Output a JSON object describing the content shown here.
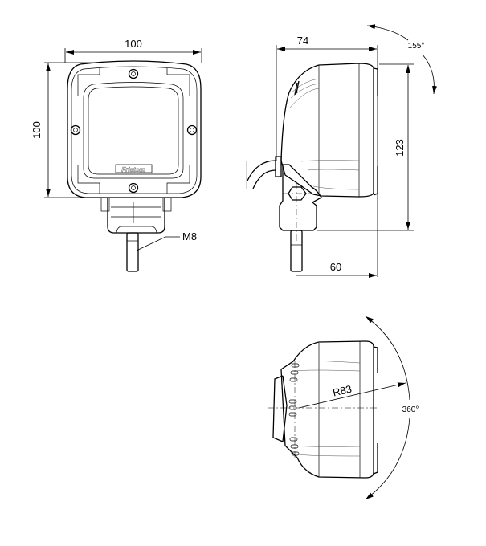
{
  "front_view": {
    "width_label": "100",
    "height_label": "100",
    "thread_label": "M8",
    "logo_text": "Fristom"
  },
  "side_view": {
    "depth_label": "74",
    "height_label": "123",
    "stem_offset_label": "60",
    "tilt_label": "155°"
  },
  "bottom_view": {
    "radius_label": "R83",
    "rotation_label": "360°"
  }
}
